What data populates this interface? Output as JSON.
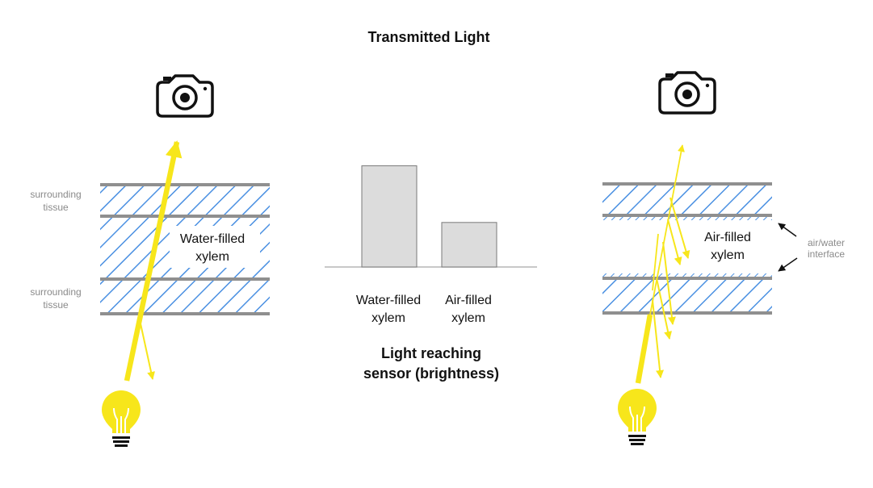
{
  "title": "Transmitted Light",
  "left_panel": {
    "tissue_top_label": [
      "surrounding",
      "tissue"
    ],
    "tissue_bottom_label": [
      "surrounding",
      "tissue"
    ],
    "xylem_label": [
      "Water-filled",
      "xylem"
    ]
  },
  "right_panel": {
    "xylem_label": [
      "Air-filled",
      "xylem"
    ],
    "interface_label": [
      "air/water",
      "interface"
    ]
  },
  "icons": [
    "camera-icon",
    "light-bulb-icon"
  ],
  "colors": {
    "hatch": "#4a90e2",
    "light": "#f7e61b",
    "wall": "#8f8f8f",
    "bar": "#dcdcdc"
  },
  "chart_data": {
    "type": "bar",
    "categories": [
      [
        "Water-filled",
        "xylem"
      ],
      [
        "Air-filled",
        "xylem"
      ]
    ],
    "values": [
      1.0,
      0.44
    ],
    "ylim": [
      0,
      1.1
    ],
    "label": [
      "Light reaching",
      "sensor (brightness)"
    ]
  }
}
